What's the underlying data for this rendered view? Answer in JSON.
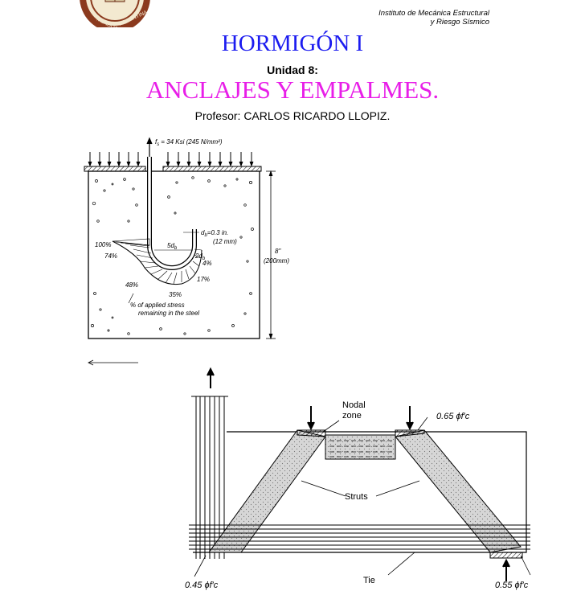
{
  "header": {
    "institute_line1": "Instituto de Mecánica Estructural",
    "institute_line2": "y Riesgo Sísmico",
    "course_title": "HORMIGÓN I",
    "unit_label": "Unidad 8:",
    "unit_title": "ANCLAJES Y EMPALMES.",
    "professor": "Profesor: CARLOS RICARDO LLOPIZ.",
    "seal_text_left": "MENDOZA",
    "seal_text_right": "ARGENTINA"
  },
  "figure1": {
    "stress_label": "f",
    "stress_sub": "s",
    "stress_value": "= 34 Ksi (245 N/mm²)",
    "db_label": "d",
    "db_sub": "b",
    "db_value": "=0.3 in.",
    "db_metric": "(12 mm)",
    "bend_5": "5d",
    "bend_5_sub": "b",
    "bend_2": "2d",
    "bend_2_sub": "b",
    "pct_100": "100%",
    "pct_74": "74%",
    "pct_48": "48%",
    "pct_35": "35%",
    "pct_17": "17%",
    "pct_4": "4%",
    "depth": "8\"",
    "depth_metric": "(200mm)",
    "caption_line1": "% of applied stress",
    "caption_line2": "remaining in the steel"
  },
  "figure2": {
    "nodal_label_line1": "Nodal",
    "nodal_label_line2": "zone",
    "struts_label": "Struts",
    "tie_label": "Tie",
    "stress_top": "0.65 ϕf′c",
    "stress_left": "0.45 ϕf′c",
    "stress_right": "0.55 ϕf′c"
  }
}
